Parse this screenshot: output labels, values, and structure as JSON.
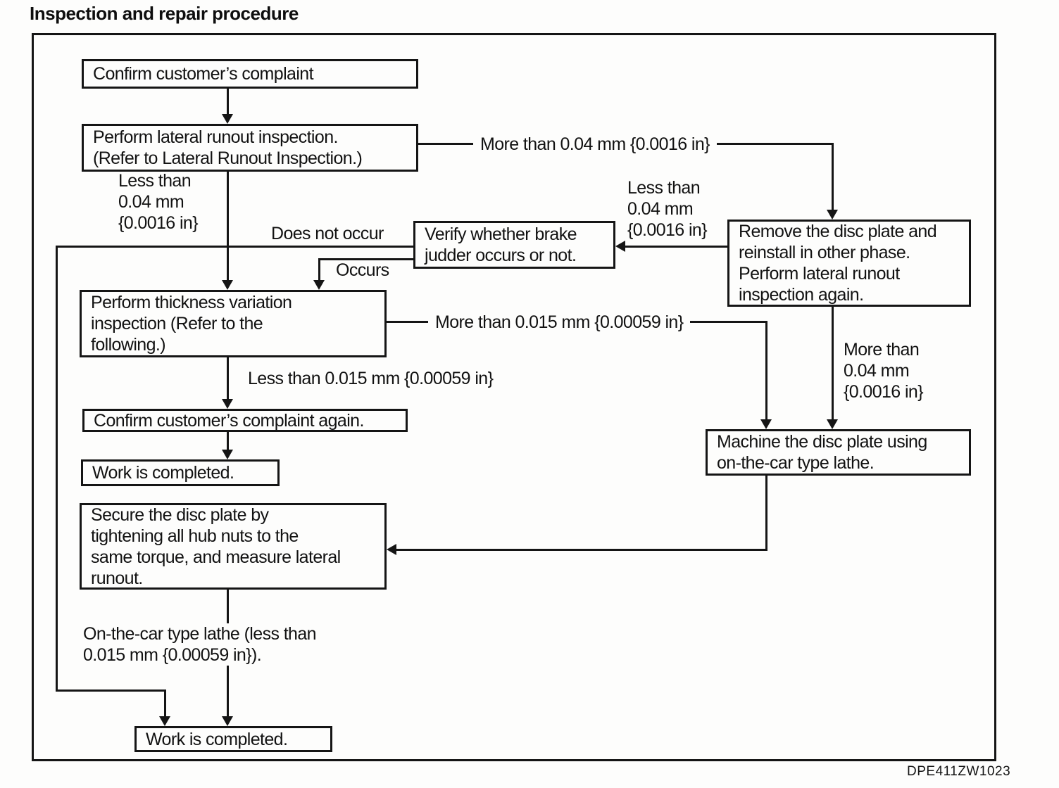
{
  "title": "Inspection and repair procedure",
  "figure_code": "DPE411ZW1023",
  "colors": {
    "ink": "#151515",
    "paper": "#fdfdfc"
  },
  "nodes": {
    "confirm_complaint": {
      "text": "Confirm customer’s complaint"
    },
    "lateral_runout": {
      "text": "Perform lateral runout inspection.\n(Refer to Lateral Runout Inspection.)"
    },
    "verify_judder": {
      "text": "Verify whether brake\njudder occurs or not."
    },
    "remove_disc": {
      "text": "Remove the disc plate and\nreinstall in other phase.\nPerform lateral runout\ninspection again."
    },
    "thickness_variation": {
      "text": "Perform thickness variation\ninspection (Refer to the\nfollowing.)"
    },
    "confirm_again": {
      "text": "Confirm customer’s complaint again."
    },
    "work_completed_1": {
      "text": "Work is completed."
    },
    "secure_disc": {
      "text": "Secure the disc plate by\ntightening all hub nuts to the\nsame torque, and measure lateral\nrunout."
    },
    "machine_disc": {
      "text": "Machine the disc plate using\non-the-car type lathe."
    },
    "work_completed_2": {
      "text": "Work is completed."
    }
  },
  "edge_labels": {
    "more_than_004_top": "More than 0.04 mm {0.0016 in}",
    "less_than_004_left": "Less than\n0.04 mm\n{0.0016 in}",
    "does_not_occur": "Does not occur",
    "occurs": "Occurs",
    "less_than_004_mid": "Less than\n0.04 mm\n{0.0016 in}",
    "more_than_0015": "More than 0.015 mm {0.00059 in}",
    "less_than_0015": "Less than 0.015 mm {0.00059 in}",
    "more_than_004_right": "More than\n0.04 mm\n{0.0016 in}",
    "lathe_note": "On-the-car type lathe (less than\n0.015 mm {0.00059 in})."
  },
  "edges": [
    {
      "from": "confirm_complaint",
      "to": "lateral_runout",
      "label_key": ""
    },
    {
      "from": "lateral_runout",
      "to": "remove_disc",
      "label_key": "more_than_004_top"
    },
    {
      "from": "lateral_runout",
      "to": "thickness_variation",
      "label_key": "less_than_004_left"
    },
    {
      "from": "remove_disc",
      "to": "verify_judder",
      "label_key": "less_than_004_mid"
    },
    {
      "from": "remove_disc",
      "to": "machine_disc",
      "label_key": "more_than_004_right"
    },
    {
      "from": "verify_judder",
      "to": "thickness_variation",
      "label_key": "occurs"
    },
    {
      "from": "verify_judder",
      "to": "work_completed_2",
      "label_key": "does_not_occur"
    },
    {
      "from": "thickness_variation",
      "to": "machine_disc",
      "label_key": "more_than_0015"
    },
    {
      "from": "thickness_variation",
      "to": "confirm_again",
      "label_key": "less_than_0015"
    },
    {
      "from": "confirm_again",
      "to": "work_completed_1",
      "label_key": ""
    },
    {
      "from": "machine_disc",
      "to": "secure_disc",
      "label_key": ""
    },
    {
      "from": "secure_disc",
      "to": "work_completed_2",
      "label_key": "lathe_note"
    }
  ]
}
